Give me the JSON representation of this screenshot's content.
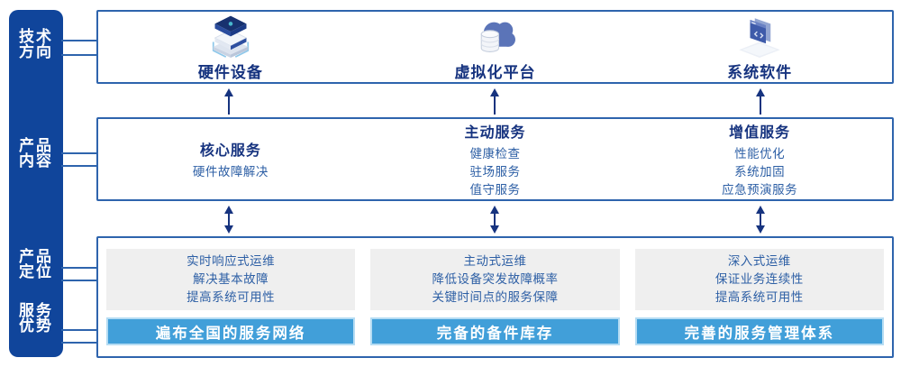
{
  "colors": {
    "sidebar_bg": "#10459B",
    "box_border": "#2E64AD",
    "heading_text": "#16337F",
    "body_text": "#2D5FA5",
    "panel_bg": "#EFEFEF",
    "banner_bg": "#419FD9",
    "banner_border": "#B5DCF3",
    "arrow": "#16337F",
    "bracket_blue": "#8EC8EA"
  },
  "sidebar": {
    "items": [
      {
        "id": "tech-direction",
        "line1": "技术",
        "line2": "方向"
      },
      {
        "id": "product-content",
        "line1": "产品",
        "line2": "内容"
      },
      {
        "id": "product-position",
        "line1": "产品",
        "line2": "定位"
      },
      {
        "id": "service-advantage",
        "line1": "服务",
        "line2": "优势"
      }
    ]
  },
  "tech_row": {
    "items": [
      {
        "label": "硬件设备",
        "icon": "server-stack-icon"
      },
      {
        "label": "虚拟化平台",
        "icon": "cloud-database-icon"
      },
      {
        "label": "系统软件",
        "icon": "code-window-icon"
      }
    ]
  },
  "content_row": {
    "columns": [
      {
        "title": "核心服务",
        "items": [
          "硬件故障解决"
        ]
      },
      {
        "title": "主动服务",
        "items": [
          "健康检查",
          "驻场服务",
          "值守服务"
        ]
      },
      {
        "title": "增值服务",
        "items": [
          "性能优化",
          "系统加固",
          "应急预演服务"
        ]
      }
    ]
  },
  "position_row": {
    "columns": [
      {
        "lines": [
          "实时响应式运维",
          "解决基本故障",
          "提高系统可用性"
        ],
        "banner": "遍布全国的服务网络"
      },
      {
        "lines": [
          "主动式运维",
          "降低设备突发故障概率",
          "关键时间点的服务保障"
        ],
        "banner": "完备的备件库存"
      },
      {
        "lines": [
          "深入式运维",
          "保证业务连续性",
          "提高系统可用性"
        ],
        "banner": "完善的服务管理体系"
      }
    ]
  }
}
